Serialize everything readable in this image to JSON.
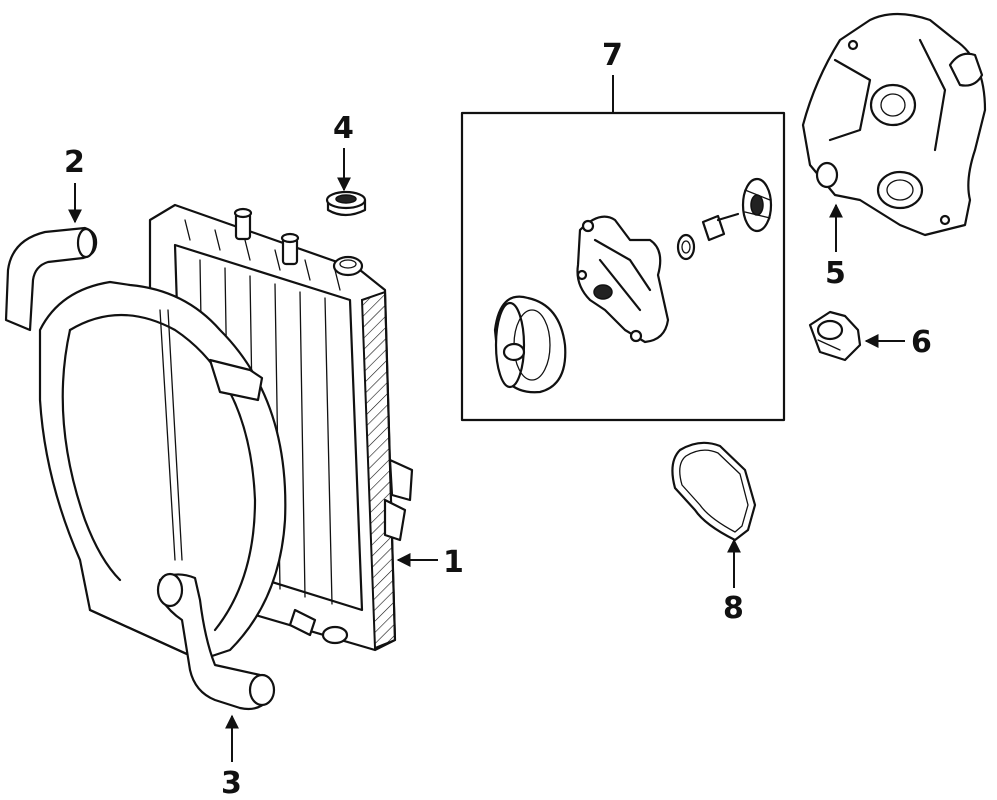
{
  "callouts": [
    {
      "id": "1",
      "label": "1",
      "part": "radiator"
    },
    {
      "id": "2",
      "label": "2",
      "part": "upper-hose"
    },
    {
      "id": "3",
      "label": "3",
      "part": "lower-hose"
    },
    {
      "id": "4",
      "label": "4",
      "part": "radiator-cap"
    },
    {
      "id": "5",
      "label": "5",
      "part": "timing-cover"
    },
    {
      "id": "6",
      "label": "6",
      "part": "thermostat-housing"
    },
    {
      "id": "7",
      "label": "7",
      "part": "water-pump-assembly"
    },
    {
      "id": "8",
      "label": "8",
      "part": "water-pump-gasket"
    }
  ],
  "colors": {
    "ink": "#111111",
    "background": "#ffffff"
  }
}
